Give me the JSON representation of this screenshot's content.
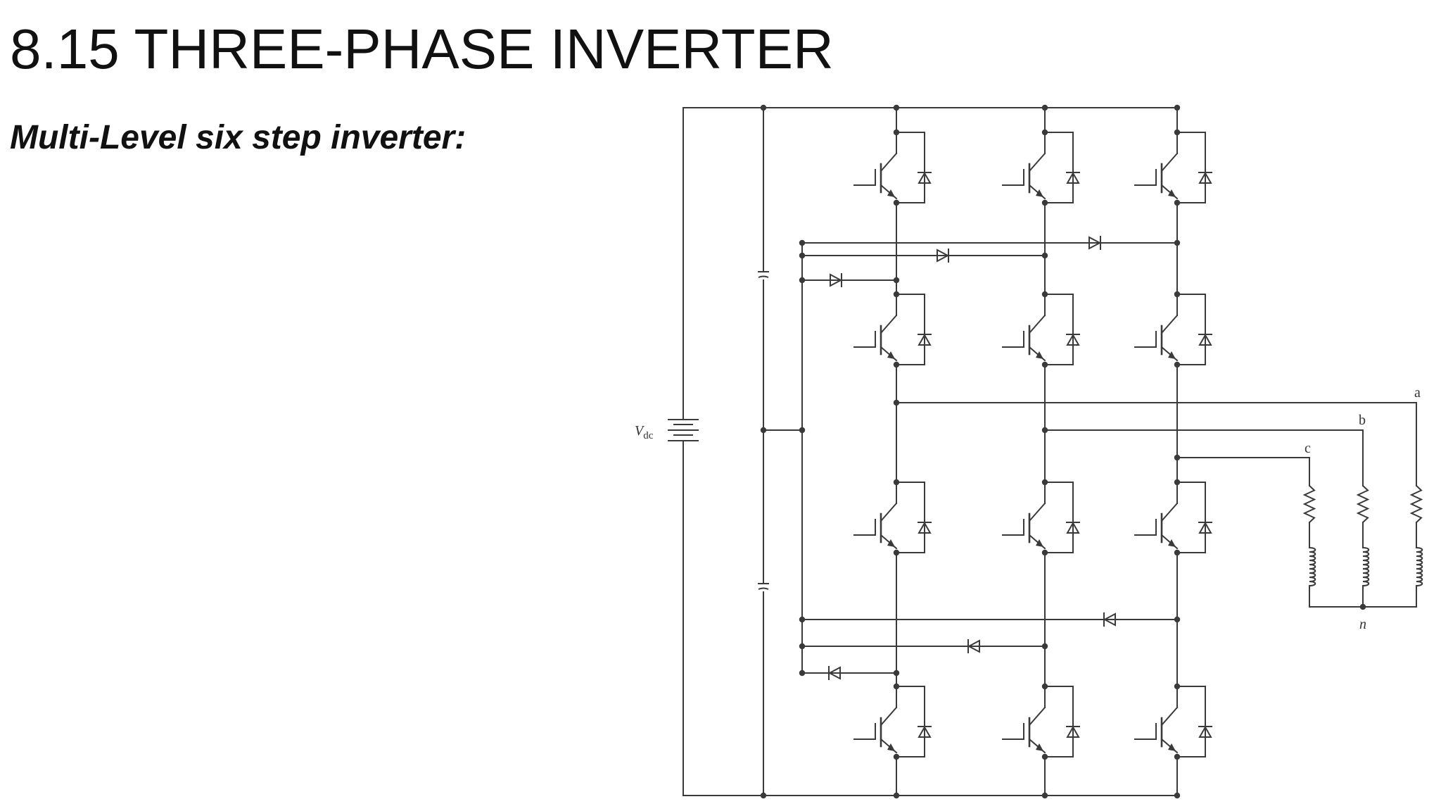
{
  "slide": {
    "title": "8.15 THREE-PHASE INVERTER",
    "subtitle": "Multi-Level six step inverter:"
  },
  "diagram": {
    "source_label": "V",
    "source_label_subscript": "dc",
    "phase_labels": {
      "a": "a",
      "b": "b",
      "c": "c"
    },
    "neutral_label": "n",
    "line_color": "#3a3a3a",
    "legs": [
      "leg-a",
      "leg-b",
      "leg-c"
    ],
    "switches_per_leg": 4
  }
}
